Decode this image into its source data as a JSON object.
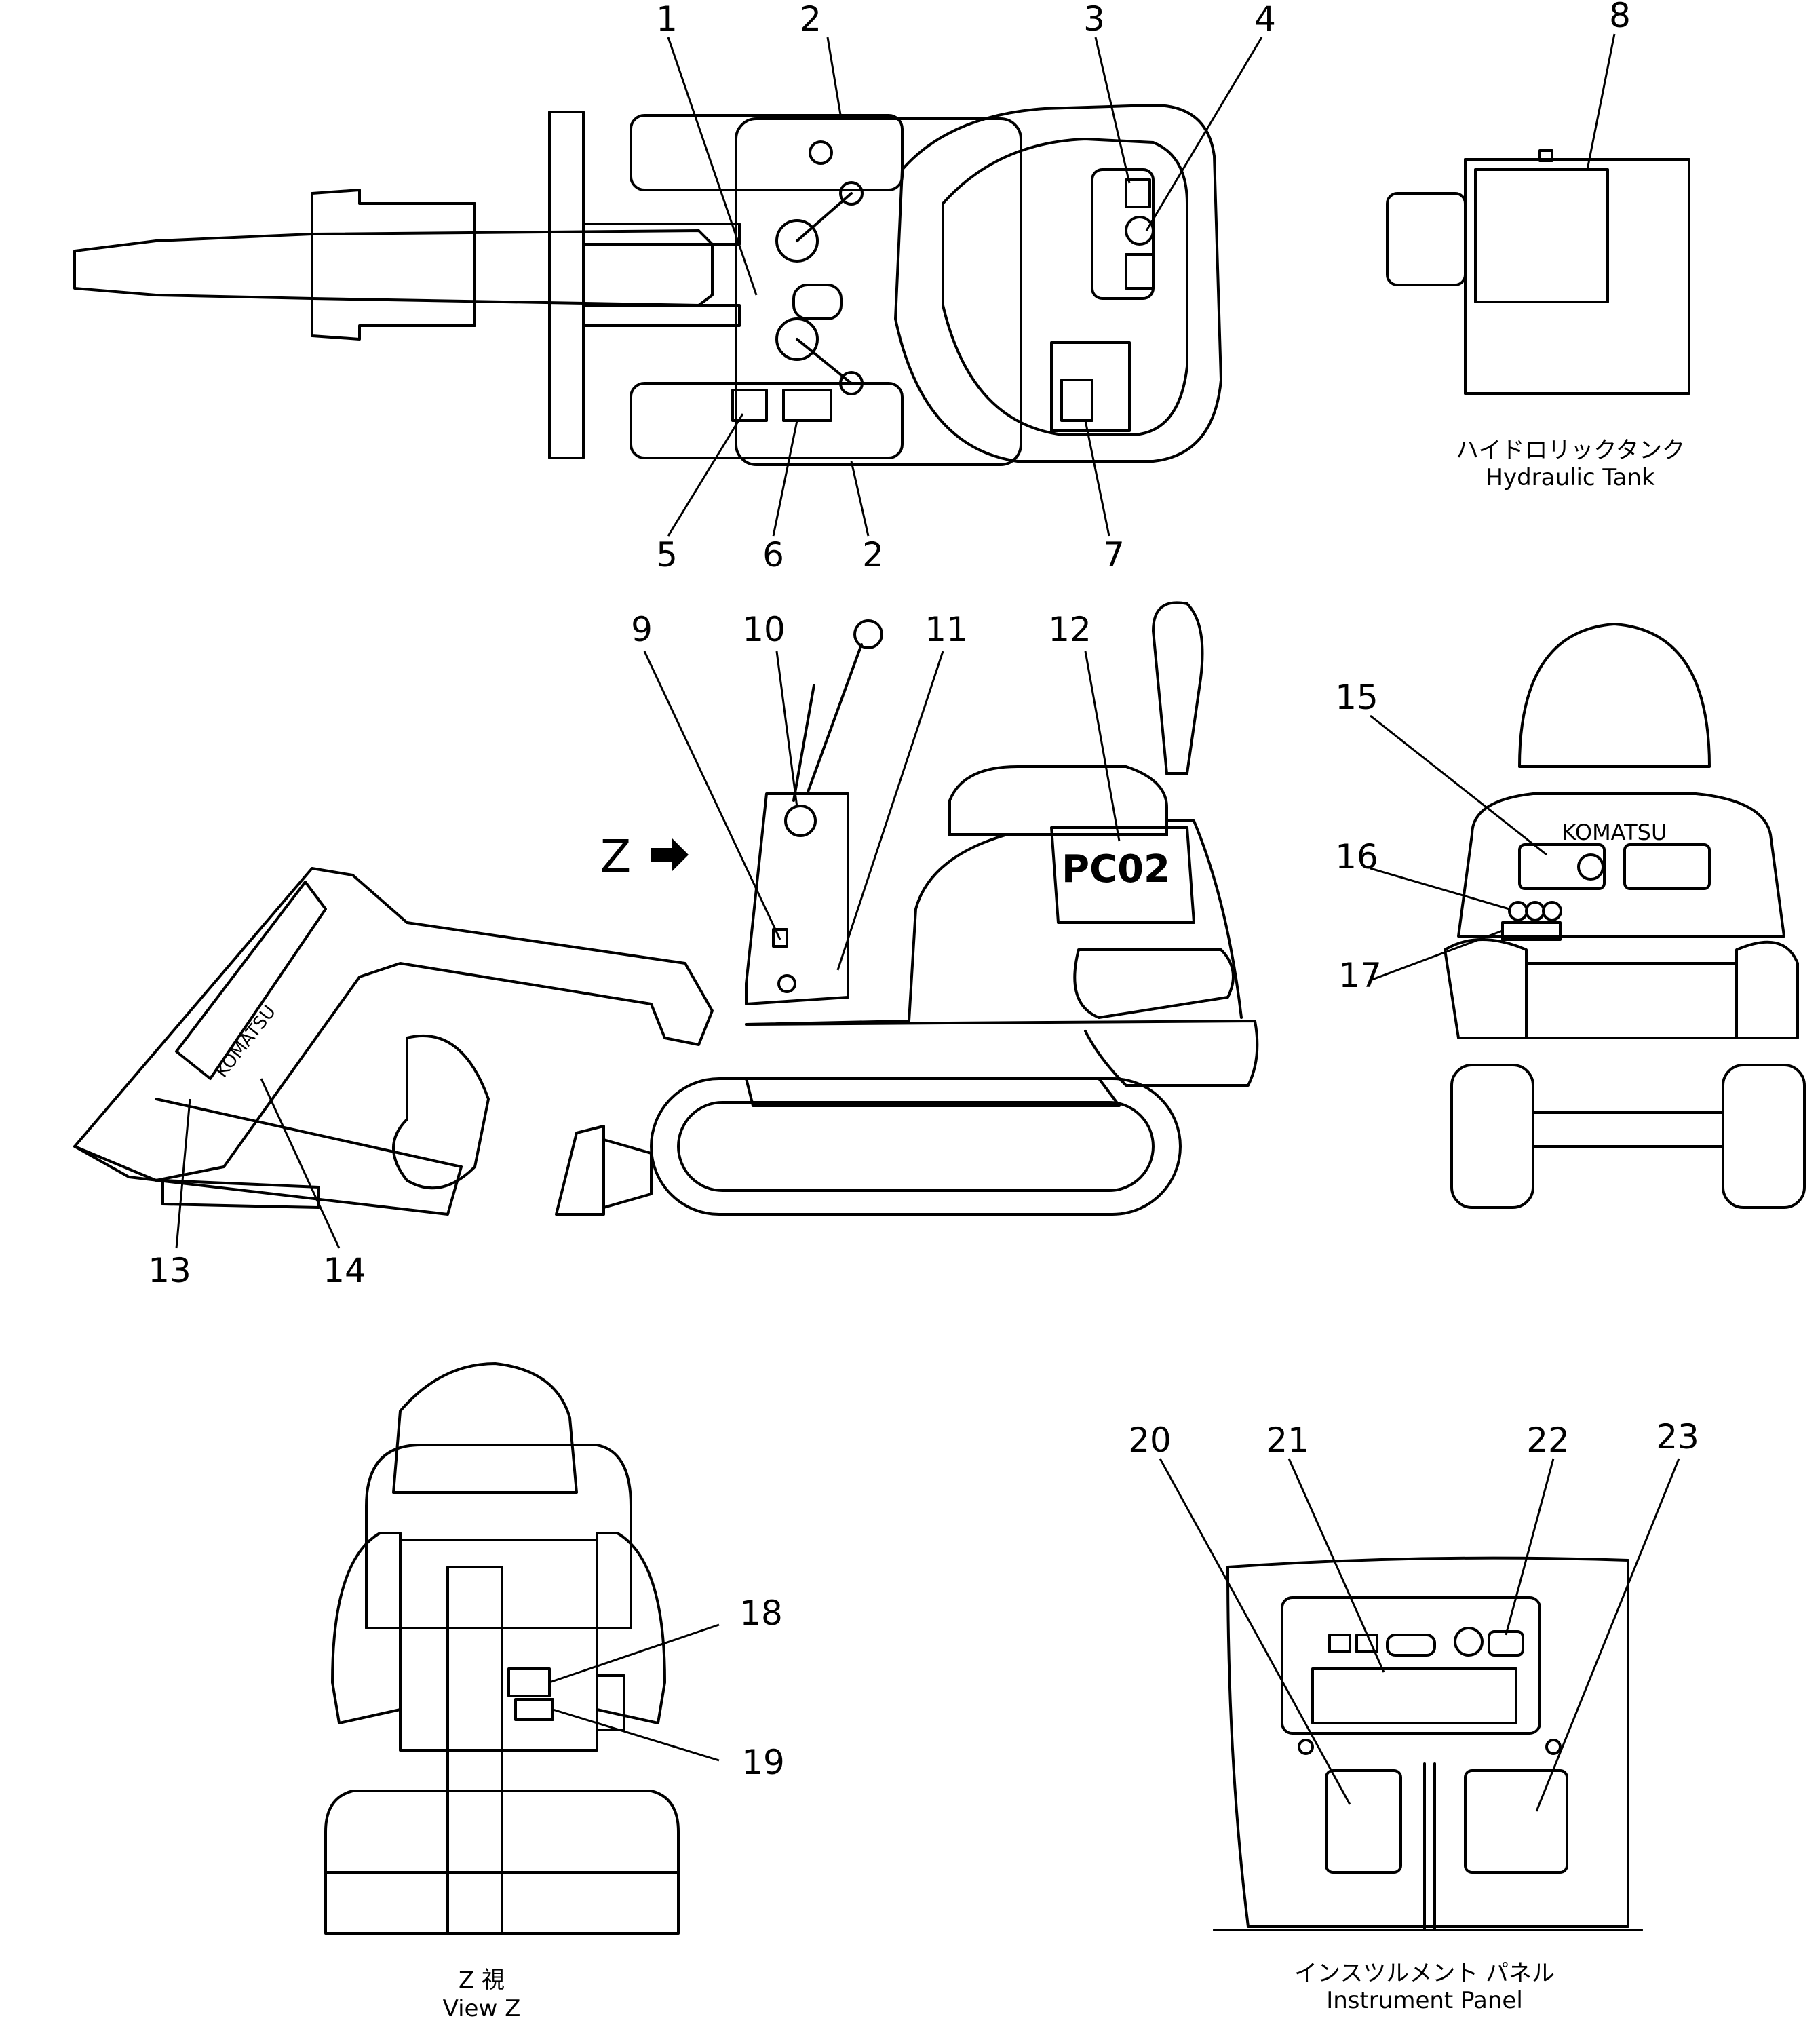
{
  "callouts": [
    "1",
    "2",
    "2",
    "3",
    "4",
    "5",
    "6",
    "7",
    "8",
    "9",
    "10",
    "11",
    "12",
    "13",
    "14",
    "15",
    "16",
    "17",
    "18",
    "19",
    "20",
    "21",
    "22",
    "23"
  ],
  "labels": {
    "hydraulic_tank_jp": "ハイドロリックタンク",
    "hydraulic_tank_en": "Hydraulic  Tank",
    "view_z_jp": "Z   視",
    "view_z_en": "View  Z",
    "instrument_panel_jp": "インスツルメント パネル",
    "instrument_panel_en": "Instrument  Panel",
    "view_arrow": "Z",
    "model_mark": "PC02",
    "brand_rear": "KOMATSU",
    "brand_arm": "KOMATSU"
  }
}
